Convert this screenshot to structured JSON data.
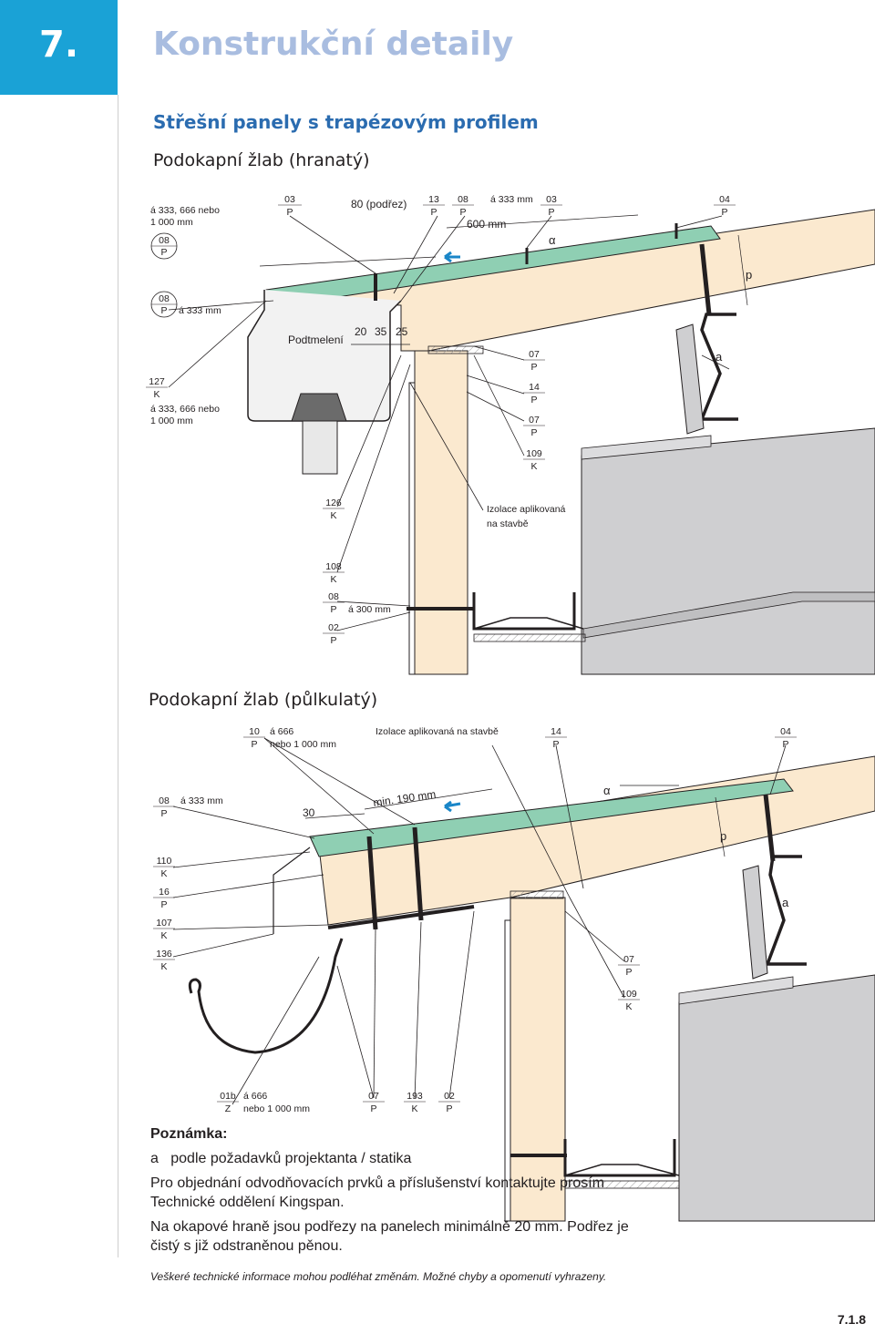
{
  "chapter": {
    "number": "7.",
    "title": "Konstrukční detaily"
  },
  "subtitle": "Střešní panely s trapézovým profilem",
  "section1": {
    "title": "Podokapní žlab (hranatý)",
    "labels": {
      "spacing_a": "á 333, 666 nebo",
      "spacing_b": "1 000 mm",
      "p08a_n": "08",
      "p08a_p": "P",
      "p03_n": "03",
      "p03_p": "P",
      "podrez": "80 (podřez)",
      "p13_n": "13",
      "p13_p": "P",
      "p08b_n": "08",
      "p08b_p": "P",
      "a333": "á 333 mm",
      "mm600": "600 mm",
      "p03b_n": "03",
      "p03b_p": "P",
      "p04_n": "04",
      "p04_p": "P",
      "alpha": "α",
      "p_dim": "p",
      "p08c_n": "08",
      "p08c_p": "P",
      "p08c_sp": "á 333 mm",
      "podtmeleni": "Podtmelení",
      "d20": "20",
      "d35": "35",
      "d25": "25",
      "a_dim": "a",
      "p07_n": "07",
      "p07_p": "P",
      "k127_n": "127",
      "k127_k": "K",
      "k127_sp1": "á 333, 666 nebo",
      "k127_sp2": "1 000 mm",
      "p14_n": "14",
      "p14_p": "P",
      "p07b_n": "07",
      "p07b_p": "P",
      "k109_n": "109",
      "k109_k": "K",
      "k126_n": "126",
      "k126_k": "K",
      "izolace1": "Izolace aplikovaná",
      "izolace2": "na stavbě",
      "k108_n": "108",
      "k108_k": "K",
      "p08d_n": "08",
      "p08d_p": "P",
      "p08d_sp": "á 300 mm",
      "p02_n": "02",
      "p02_p": "P"
    }
  },
  "section2": {
    "title": "Podokapní žlab (půlkulatý)",
    "labels": {
      "p10_n": "10",
      "p10_p": "P",
      "p10_sp1": "á 666",
      "p10_sp2": "nebo 1 000 mm",
      "izolace": "Izolace aplikovaná na stavbě",
      "p14_n": "14",
      "p14_p": "P",
      "p04_n": "04",
      "p04_p": "P",
      "p08_n": "08",
      "p08_p": "P",
      "p08_sp": "á 333 mm",
      "d30": "30",
      "min190": "min. 190 mm",
      "alpha": "α",
      "p_dim": "p",
      "a_dim": "a",
      "k110_n": "110",
      "k110_k": "K",
      "p16_n": "16",
      "p16_p": "P",
      "k107_n": "107",
      "k107_k": "K",
      "k136_n": "136",
      "k136_k": "K",
      "p07_n": "07",
      "p07_p": "P",
      "k109_n": "109",
      "k109_k": "K",
      "z01b_n": "01b",
      "z01b_z": "Z",
      "z01b_sp1": "á 666",
      "z01b_sp2": "nebo 1 000 mm",
      "p07b_n": "07",
      "p07b_p": "P",
      "k193_n": "193",
      "k193_k": "K",
      "p02_n": "02",
      "p02_p": "P"
    }
  },
  "notes": {
    "heading": "Poznámka:",
    "a_marker": "a",
    "a_text": "podle požadavků projektanta / statika",
    "order": "Pro objednání odvodňovacích prvků a příslušenství kontaktujte prosím Technické oddělení Kingspan.",
    "edge": "Na okapové hraně jsou podřezy na panelech minimálně 20 mm. Podřez je čistý s již odstraněnou pěnou."
  },
  "disclaimer": "Veškeré technické informace mohou podléhat změnám. Možné chyby a opomenutí vyhrazeny.",
  "page_number": "7.1.8",
  "colors": {
    "accent": "#1aa2d6",
    "title": "#a9bde0",
    "subtitle": "#2b6cb0",
    "panel_top": "#8fcfb3",
    "panel_core": "#fbe9cf",
    "wall": "#cfcfd1",
    "gutter": "#f2f2f2",
    "arrow": "#1a86c8"
  }
}
